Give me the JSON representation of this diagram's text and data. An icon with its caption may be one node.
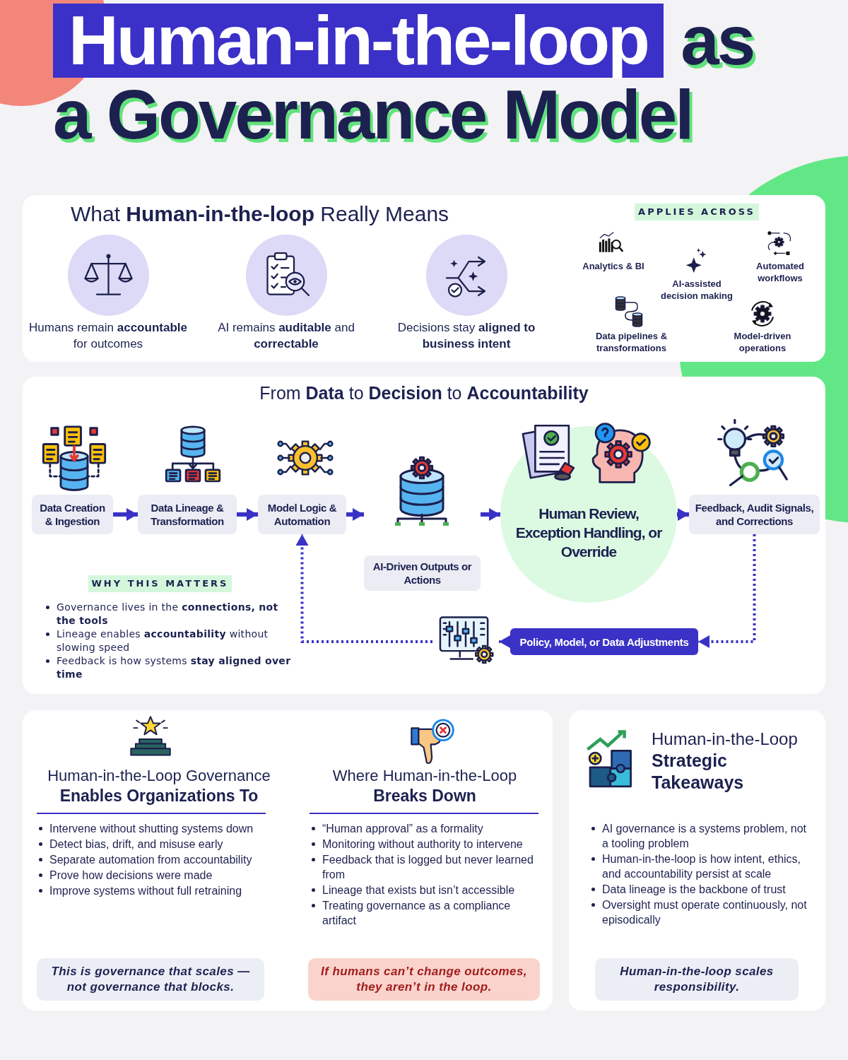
{
  "diagram": {
    "title": "Human-in-the-loop as a Governance Model",
    "nodes": [
      {
        "text": [
          "What **Human-in-the-loop** Really Means",
          "Analytics & BI",
          "AI-assisted decision making",
          "Automated workflows",
          "Data pipelines & transformations",
          "Model-driven operations"
        ]
      },
      {
        "text": [
          "Humans remain **accountable** for outcomes"
        ],
        "in": 0
      },
      {
        "text": [
          "AI remains **auditable** and **correctable**"
        ],
        "in": 0
      },
      {
        "text": [
          "Decisions stay **aligned to business intent**"
        ],
        "in": 0
      },
      {
        "text": [
          "APPLIES ACROSS"
        ],
        "in": 0
      },
      {
        "text": [
          "From **Data** to **Decision** to **Accountability**",
          "Governance lives in the **connections, not the tools**",
          "Lineage enables **accountability** without slowing speed",
          "Feedback is how systems **stay aligned over time**"
        ]
      },
      {
        "text": [
          "Data Creation & Ingestion"
        ],
        "in": 5
      },
      {
        "text": [
          "Data Lineage & Transformation"
        ],
        "in": 5
      },
      {
        "text": [
          "Model Logic & Automation"
        ],
        "in": 5
      },
      {
        "text": [
          "AI-Driven Outputs or Actions"
        ],
        "in": 5
      },
      {
        "text": [
          "Human Review, Exception Handling, or Override"
        ],
        "in": 5
      },
      {
        "text": [
          "Feedback, Audit Signals, and Corrections"
        ],
        "in": 5
      },
      {
        "text": [
          "Policy, Model, or Data Adjustments"
        ],
        "in": 5
      },
      {
        "text": [],
        "shape": "picture",
        "in": 5
      },
      {
        "text": [
          "WHY THIS MATTERS"
        ],
        "in": 5
      },
      {
        "text": [
          "Human-in-the-Loop Governance **Enables Organizations To**",
          "Intervene without shutting systems down",
          "Detect bias, drift, and misuse early",
          "Separate automation from accountability",
          "Prove how decisions were made",
          "Improve systems without full retraining",
          "Where Human-in-the-Loop **Breaks Down**",
          "“Human approval” as a formality",
          "Monitoring without authority to intervene",
          "Feedback that is logged but never learned from",
          "Lineage that exists but isn’t accessible",
          "Treating governance as a compliance artifact"
        ]
      },
      {
        "text": [
          "This is governance that scales — not governance that blocks."
        ],
        "in": 15
      },
      {
        "text": [
          "If humans can’t change outcomes, they aren’t in the loop."
        ],
        "in": 15
      },
      {
        "text": [
          "Human-in-the-Loop **Strategic Takeaways**",
          "AI governance is a systems problem, not a tooling problem",
          "Human-in-the-loop is how intent, ethics, and accountability persist at scale",
          "Data lineage is the backbone of trust",
          "Oversight must operate continuously, not episodically"
        ]
      },
      {
        "text": [
          "Human-in-the-loop scales responsibility."
        ],
        "in": 18
      }
    ],
    "edges": [
      {
        "from": 6,
        "to": 7,
        "arrow": "to"
      },
      {
        "from": 7,
        "to": 8,
        "arrow": "to"
      },
      {
        "from": 8,
        "to": 9,
        "arrow": "to"
      },
      {
        "from": 9,
        "to": 10,
        "arrow": "to"
      },
      {
        "from": 10,
        "to": 11,
        "arrow": "to"
      },
      {
        "from": 11,
        "to": 12,
        "arrow": "to",
        "style": "dashed"
      },
      {
        "from": 12,
        "to": 13,
        "arrow": "to",
        "style": "dashed"
      },
      {
        "from": 13,
        "to": 8,
        "arrow": "to",
        "style": "dashed"
      }
    ]
  }
}
